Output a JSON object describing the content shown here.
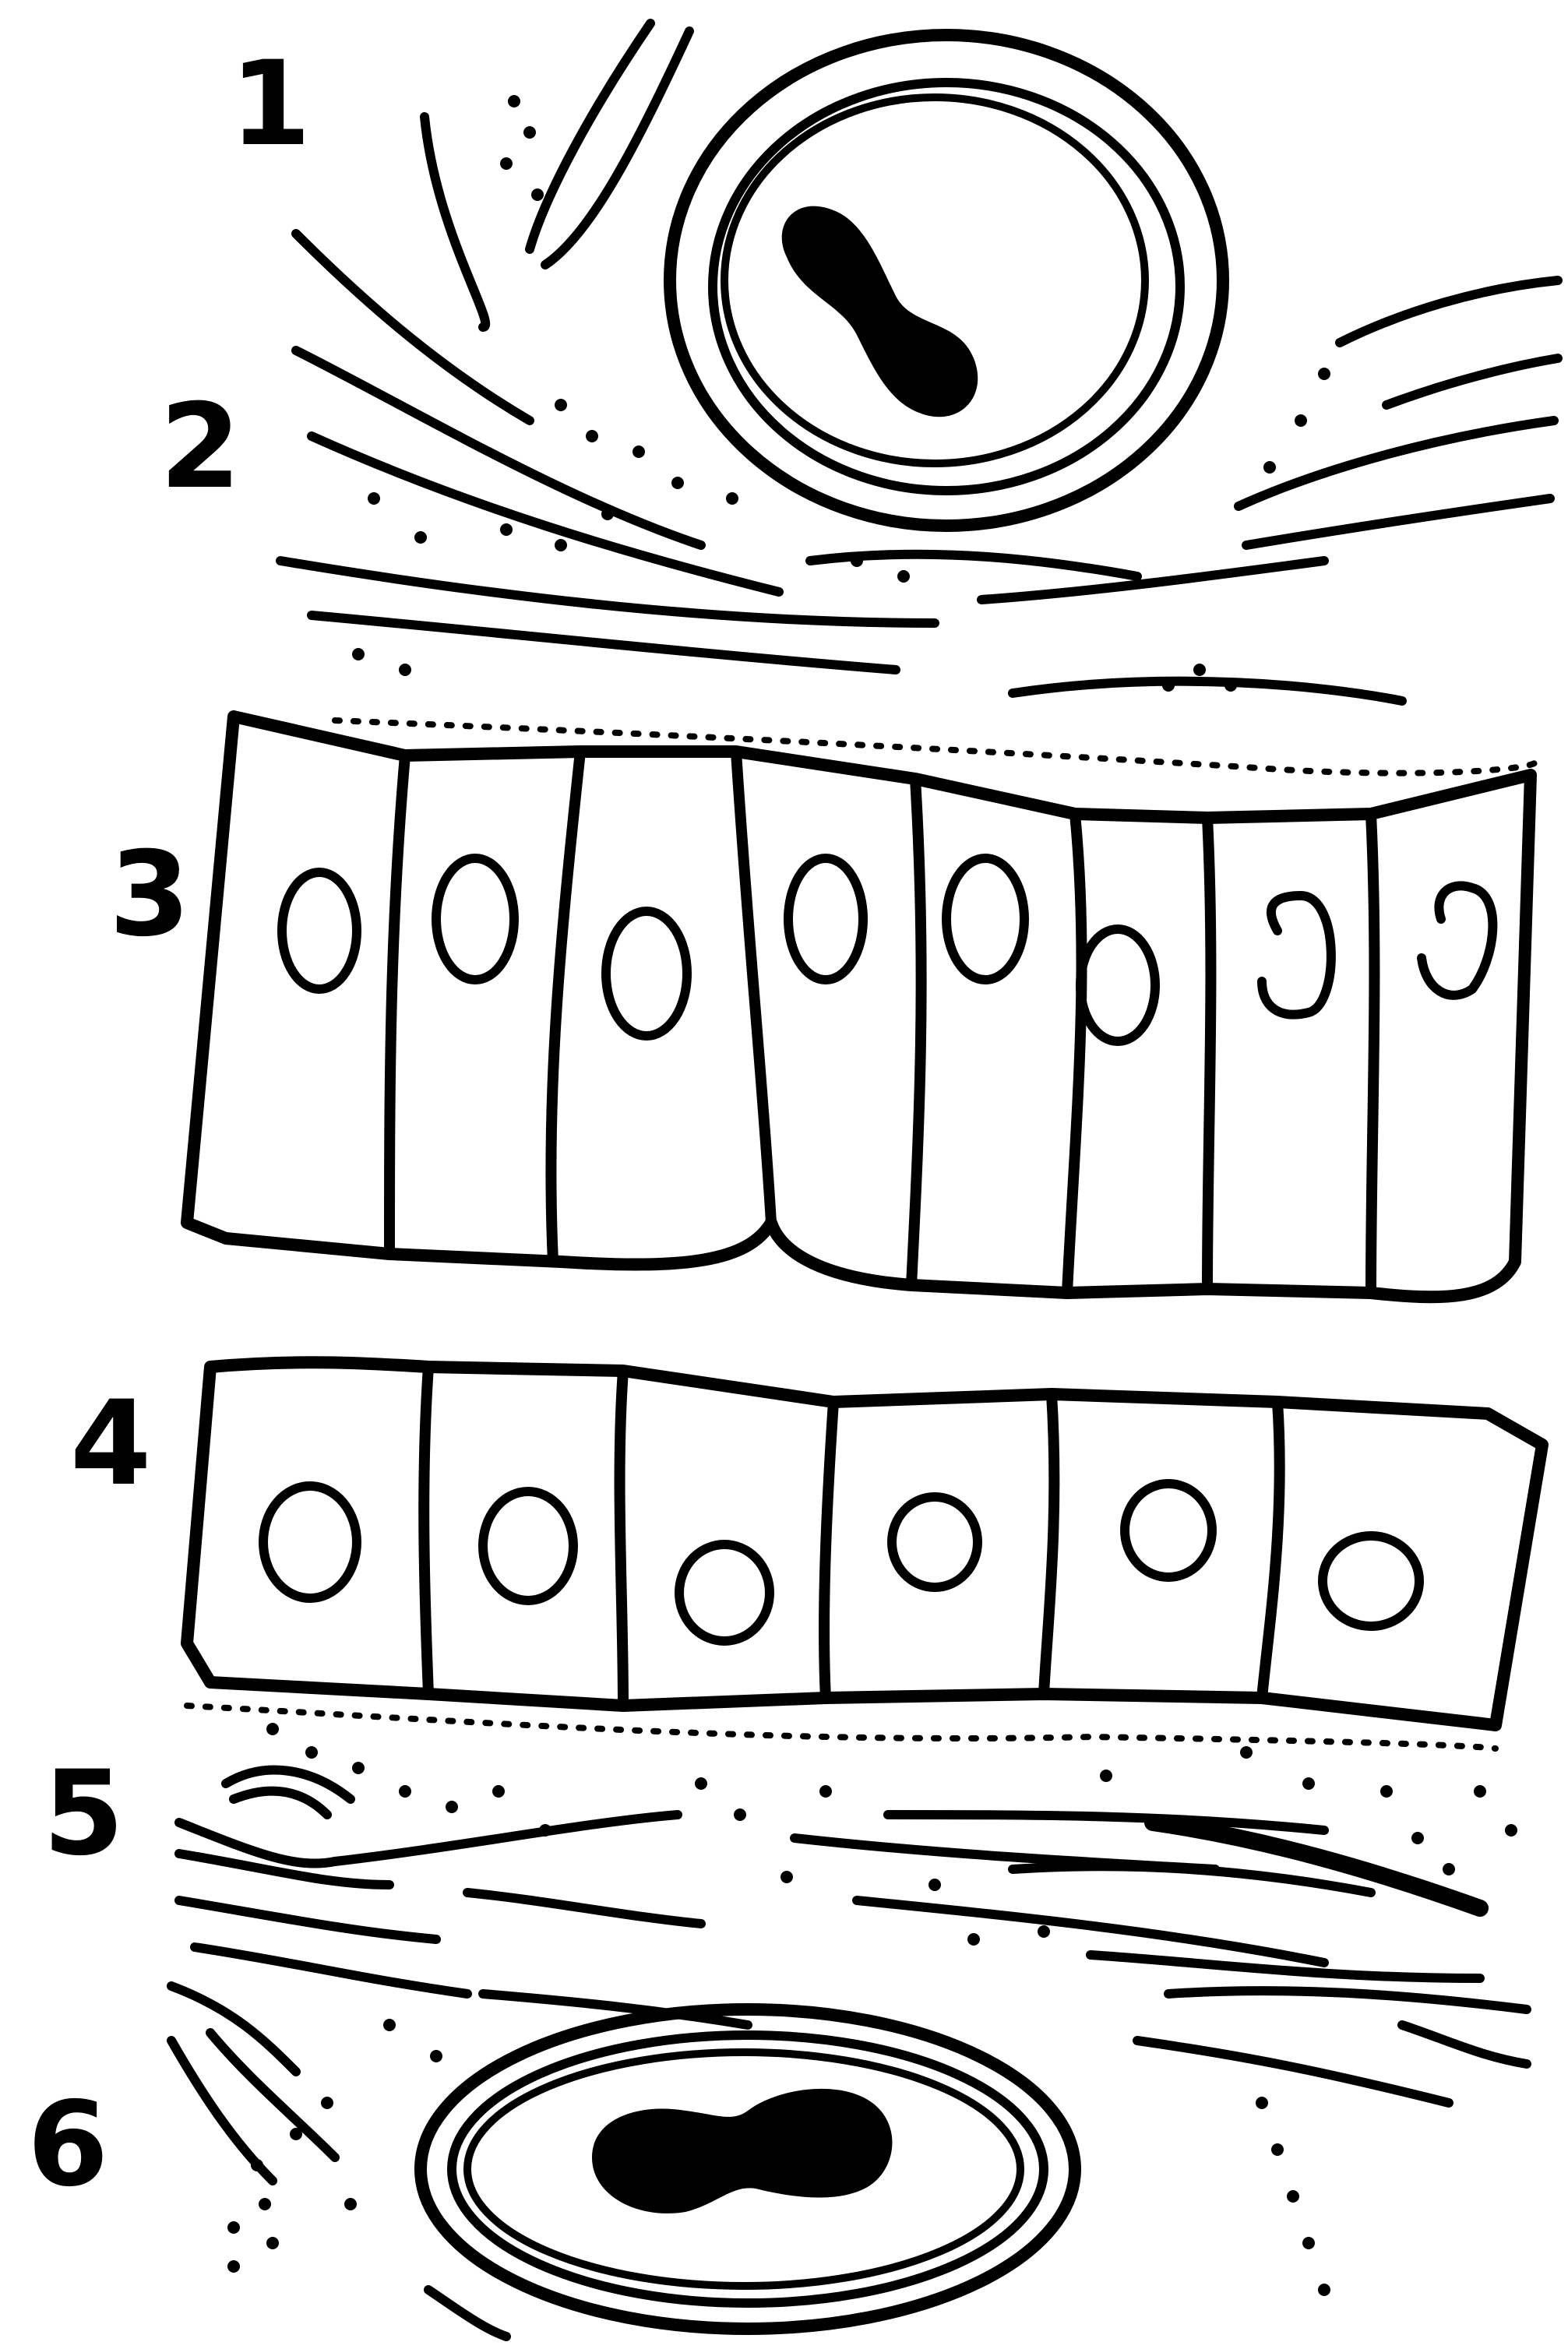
{
  "figure": {
    "labels": [
      "1",
      "2",
      "3",
      "4",
      "5",
      "6"
    ],
    "ink_color": "#000000",
    "background_color": "#ffffff"
  }
}
